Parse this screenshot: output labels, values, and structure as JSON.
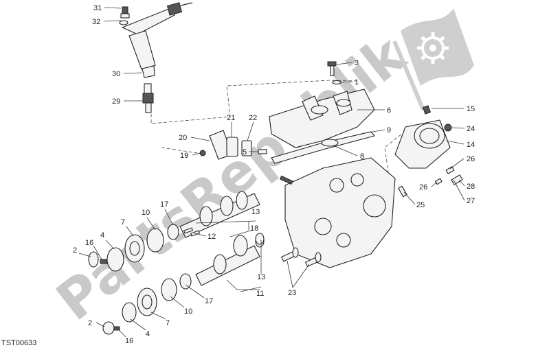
{
  "diagram_code": "TST00633",
  "watermark": "PartsRepublik",
  "callouts": [
    {
      "id": "c31",
      "text": "31"
    },
    {
      "id": "c32",
      "text": "32"
    },
    {
      "id": "c30",
      "text": "30"
    },
    {
      "id": "c29",
      "text": "29"
    },
    {
      "id": "c3",
      "text": "3"
    },
    {
      "id": "c1",
      "text": "1"
    },
    {
      "id": "c6",
      "text": "6"
    },
    {
      "id": "c9",
      "text": "9"
    },
    {
      "id": "c8",
      "text": "8"
    },
    {
      "id": "c15",
      "text": "15"
    },
    {
      "id": "c24",
      "text": "24"
    },
    {
      "id": "c14",
      "text": "14"
    },
    {
      "id": "c26a",
      "text": "26"
    },
    {
      "id": "c28",
      "text": "28"
    },
    {
      "id": "c26b",
      "text": "26"
    },
    {
      "id": "c27",
      "text": "27"
    },
    {
      "id": "c25",
      "text": "25"
    },
    {
      "id": "c21",
      "text": "21"
    },
    {
      "id": "c22",
      "text": "22"
    },
    {
      "id": "c20",
      "text": "20"
    },
    {
      "id": "c5",
      "text": "5"
    },
    {
      "id": "c19",
      "text": "19"
    },
    {
      "id": "c17a",
      "text": "17"
    },
    {
      "id": "c10a",
      "text": "10"
    },
    {
      "id": "c7a",
      "text": "7"
    },
    {
      "id": "c4a",
      "text": "4"
    },
    {
      "id": "c16a",
      "text": "16"
    },
    {
      "id": "c2a",
      "text": "2"
    },
    {
      "id": "c13a",
      "text": "13"
    },
    {
      "id": "c18",
      "text": "18"
    },
    {
      "id": "c12",
      "text": "12"
    },
    {
      "id": "c13b",
      "text": "13"
    },
    {
      "id": "c11",
      "text": "11"
    },
    {
      "id": "c23",
      "text": "23"
    },
    {
      "id": "c17b",
      "text": "17"
    },
    {
      "id": "c10b",
      "text": "10"
    },
    {
      "id": "c7b",
      "text": "7"
    },
    {
      "id": "c4b",
      "text": "4"
    },
    {
      "id": "c2b",
      "text": "2"
    },
    {
      "id": "c16b",
      "text": "16"
    }
  ]
}
